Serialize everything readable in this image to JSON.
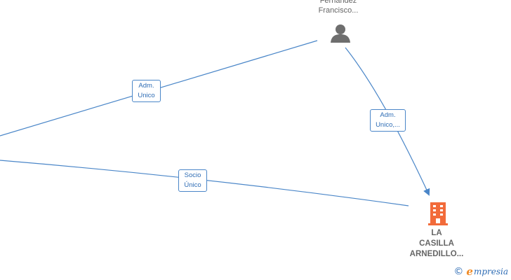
{
  "nodes": {
    "person": {
      "name_line1": "Fernandez",
      "name_line2": "Francisco...",
      "icon": "person-icon"
    },
    "company": {
      "name_line1": "LA",
      "name_line2": "CASILLA",
      "name_line3": "ARNEDILLO...",
      "icon": "building-icon"
    }
  },
  "edges": [
    {
      "line1": "Adm.",
      "line2": "Unico"
    },
    {
      "line1": "Adm.",
      "line2": "Unico,..."
    },
    {
      "line1": "Socio",
      "line2": "Único"
    }
  ],
  "brand": {
    "symbol": "©",
    "e_letter": "e",
    "rest": "mpresia"
  },
  "colors": {
    "edge": "#4a86c8",
    "company_icon": "#f26b3a",
    "person_icon": "#6e6e6e"
  }
}
